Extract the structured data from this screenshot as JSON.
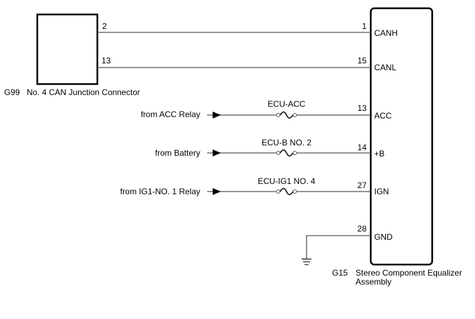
{
  "diagram": {
    "junction_connector": {
      "id": "G99",
      "name": "No. 4 CAN Junction Connector",
      "pins": [
        {
          "pin": "2"
        },
        {
          "pin": "13"
        }
      ]
    },
    "assembly": {
      "id": "G15",
      "name_line1": "Stereo Component Equalizer",
      "name_line2": "Assembly",
      "terminals": [
        {
          "pin": "1",
          "label": "CANH"
        },
        {
          "pin": "15",
          "label": "CANL"
        },
        {
          "pin": "13",
          "label": "ACC"
        },
        {
          "pin": "14",
          "label": "+B"
        },
        {
          "pin": "27",
          "label": "IGN"
        },
        {
          "pin": "28",
          "label": "GND"
        }
      ]
    },
    "power_inputs": [
      {
        "source": "from ACC Relay",
        "fuse": "ECU-ACC"
      },
      {
        "source": "from Battery",
        "fuse": "ECU-B NO. 2"
      },
      {
        "source": "from IG1-NO. 1 Relay",
        "fuse": "ECU-IG1 NO. 4"
      }
    ],
    "colors": {
      "wire": "#555555",
      "outline": "#000000"
    }
  }
}
